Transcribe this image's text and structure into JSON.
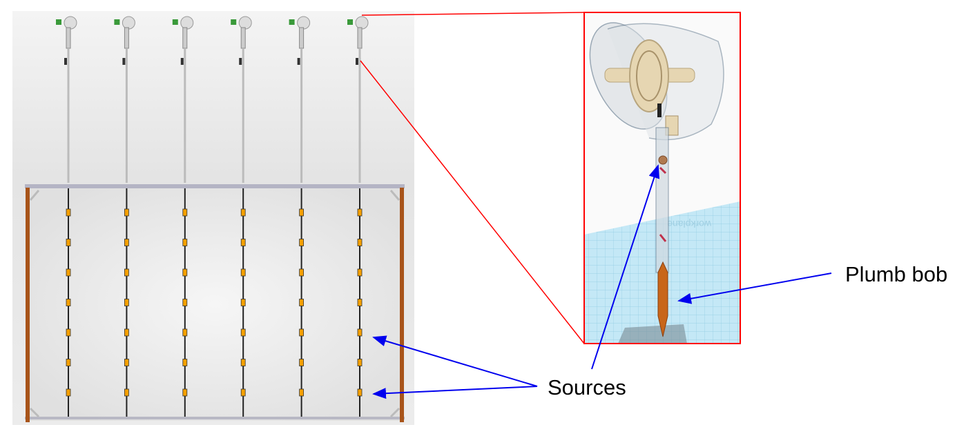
{
  "labels": {
    "sources": "Sources",
    "plumb_bob": "Plumb bob"
  },
  "colors": {
    "callout_line": "#ff0000",
    "arrow": "#0000ee",
    "source": "#f5a000",
    "post": "#a8541a",
    "workplane": "#bfe6f5"
  },
  "strings_count": 6,
  "sources_per_string": 7
}
